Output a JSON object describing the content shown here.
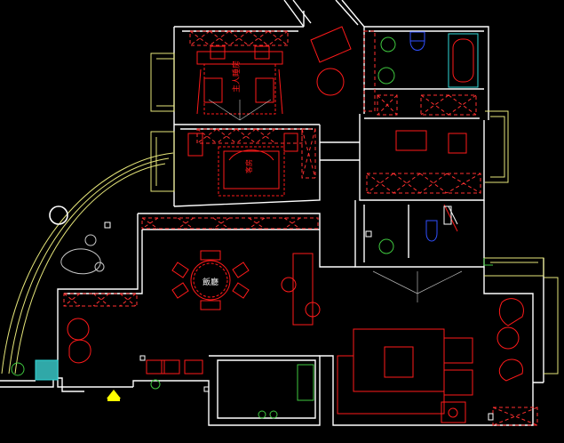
{
  "drawing": {
    "background": "#000000",
    "colors": {
      "wall": "#ffffff",
      "furniture": "#ff1a1a",
      "annotation": "#ffffff",
      "window": "#e6e67a",
      "hatch_dashed": "#ff3030",
      "green_fixture": "#3fc83f",
      "blue_fixture": "#3050ff",
      "cyan_fixture": "#30d8d8",
      "entry_marker": "#ffff00"
    },
    "labels": {
      "master_bedroom": "主人睡房",
      "second_bedroom": "客房",
      "dining": "飯廳"
    }
  }
}
